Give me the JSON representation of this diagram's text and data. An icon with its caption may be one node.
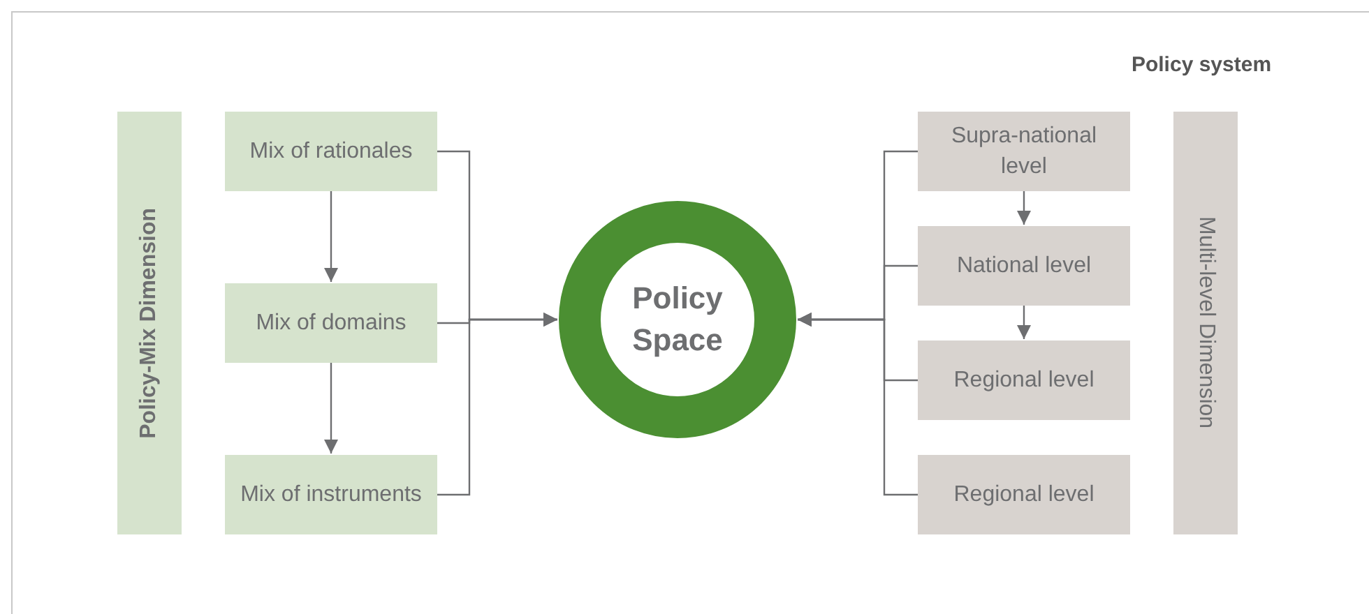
{
  "diagram": {
    "nodes": [
      {
        "text": [
          "Policy-Mix Dimension"
        ]
      },
      {
        "text": [
          "Mix of rationales"
        ]
      },
      {
        "text": [
          "Mix of domains"
        ]
      },
      {
        "text": [
          "Mix of instruments"
        ]
      },
      {
        "text": [
          "Policy Space"
        ]
      },
      {
        "text": [
          "Supra-national level"
        ]
      },
      {
        "text": [
          "National level"
        ]
      },
      {
        "text": [
          "Regional level"
        ]
      },
      {
        "text": [
          "Regional level"
        ]
      },
      {
        "text": [
          "Multi-level Dimension"
        ]
      }
    ],
    "edges": [
      {
        "from": 1,
        "to": 2,
        "arrow": "to"
      },
      {
        "from": 2,
        "to": 3,
        "arrow": "to"
      },
      {
        "from": 1,
        "to": 4,
        "arrow": "to"
      },
      {
        "from": 2,
        "to": 4,
        "arrow": "to"
      },
      {
        "from": 3,
        "to": 4,
        "arrow": "to"
      },
      {
        "from": 5,
        "to": 6,
        "arrow": "to"
      },
      {
        "from": 6,
        "to": 7,
        "arrow": "to"
      },
      {
        "from": 5,
        "to": 4,
        "arrow": "to"
      },
      {
        "from": 6,
        "to": 4,
        "arrow": "to"
      },
      {
        "from": 7,
        "to": 4,
        "arrow": "to"
      },
      {
        "from": 8,
        "to": 4,
        "arrow": "to"
      }
    ],
    "labels": [
      "Policy system"
    ]
  }
}
